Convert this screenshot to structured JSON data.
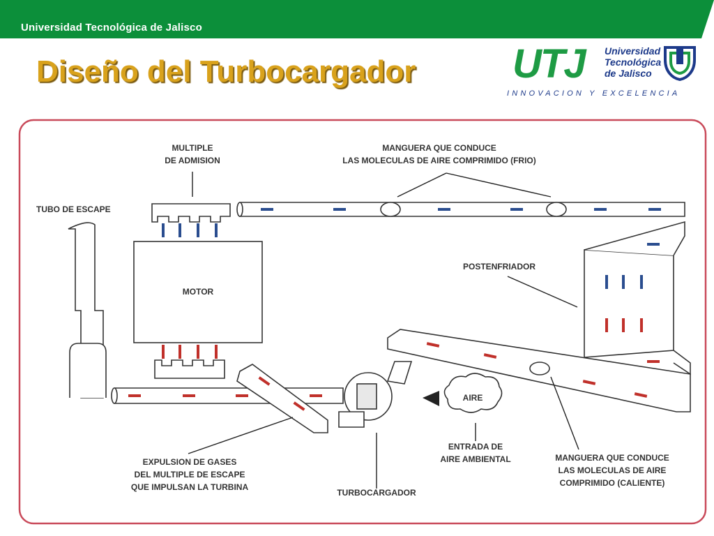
{
  "header": {
    "institution": "Universidad Tecnológica de Jalisco",
    "bar_color": "#0c8f3a"
  },
  "slide": {
    "title": "Diseño del Turbocargador",
    "title_color": "#d9a21c"
  },
  "logo": {
    "acronym": "UTJ",
    "name_line1": "Universidad",
    "name_line2": "Tecnológica",
    "name_line3": "de Jalisco",
    "tagline": "INNOVACION Y EXCELENCIA",
    "primary_color": "#1e9b44",
    "secondary_color": "#1d3a8a"
  },
  "diagram": {
    "frame_color": "#c94a5a",
    "cold_arrow_color": "#2a4d8f",
    "hot_arrow_color": "#c0302a",
    "labels": {
      "intake_manifold_1": "MULTIPLE",
      "intake_manifold_2": "DE ADMISION",
      "cold_hose_1": "MANGUERA QUE CONDUCE",
      "cold_hose_2": "LAS MOLECULAS DE AIRE COMPRIMIDO (FRIO)",
      "exhaust_pipe": "TUBO DE ESCAPE",
      "aftercooler": "POSTENFRIADOR",
      "engine": "MOTOR",
      "air": "AIRE",
      "ambient_air_1": "ENTRADA DE",
      "ambient_air_2": "AIRE AMBIENTAL",
      "exhaust_gases_1": "EXPULSION DE GASES",
      "exhaust_gases_2": "DEL MULTIPLE DE ESCAPE",
      "exhaust_gases_3": "QUE IMPULSAN LA TURBINA",
      "turbocharger": "TURBOCARGADOR",
      "hot_hose_1": "MANGUERA QUE CONDUCE",
      "hot_hose_2": "LAS MOLECULAS DE AIRE",
      "hot_hose_3": "COMPRIMIDO (CALIENTE)"
    }
  }
}
